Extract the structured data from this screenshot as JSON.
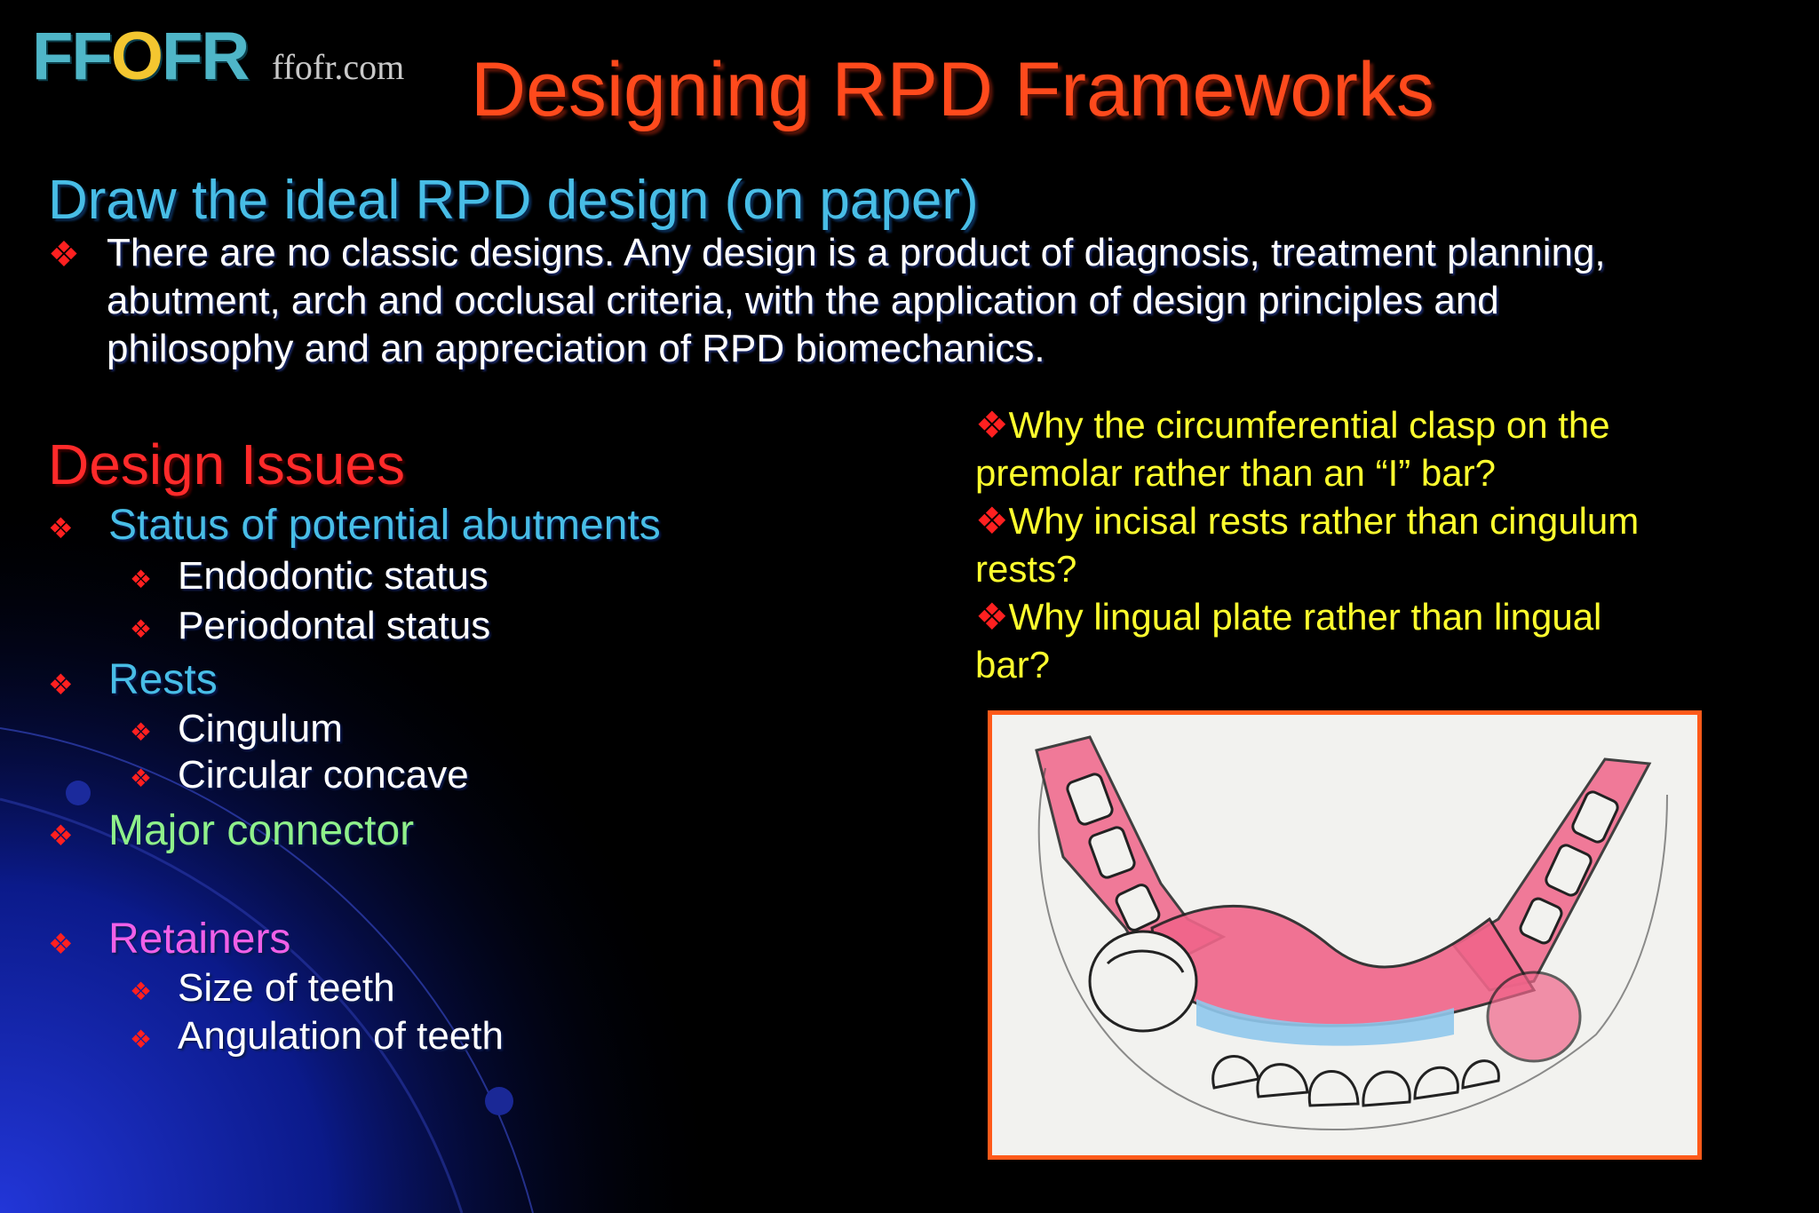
{
  "header": {
    "logo_text_left": "FF",
    "logo_text_accent": "O",
    "logo_text_right": "FR",
    "site": "ffofr.com",
    "title": "Designing RPD Frameworks"
  },
  "intro": {
    "heading": "Draw the ideal RPD design (on paper)",
    "bullet": "❖",
    "text": "There are no classic designs.  Any design is a product of diagnosis, treatment planning, abutment, arch and occlusal criteria, with the application of design principles and philosophy and an appreciation of RPD biomechanics."
  },
  "design_issues": {
    "heading": "Design Issues",
    "bullet": "❖",
    "items": [
      {
        "label": "Status of potential abutments",
        "color": "#48bde6",
        "sub": [
          "Endodontic status",
          "Periodontal status"
        ]
      },
      {
        "label": "Rests",
        "color": "#48bde6",
        "sub": [
          "Cingulum",
          "Circular concave"
        ]
      },
      {
        "label": "Major connector",
        "color": "#8ff08a",
        "sub": []
      },
      {
        "label": "Retainers",
        "color": "#f060e8",
        "sub": [
          "Size of teeth",
          "Angulation of teeth"
        ]
      }
    ]
  },
  "questions": [
    "Why the circumferential clasp on the premolar rather than an “I” bar?",
    "Why incisal rests rather than cingulum rests?",
    "Why lingual plate rather than lingual bar?"
  ],
  "colors": {
    "title": "#ff4a1c",
    "heading_blue": "#48bde6",
    "section_red": "#ff2a2a",
    "question_yellow": "#ffff2e",
    "bullet_red": "#ff2020",
    "frame_border": "#ff5a1a",
    "denture_pink": "#f0658a",
    "palate_blue": "#8fc8ec"
  }
}
